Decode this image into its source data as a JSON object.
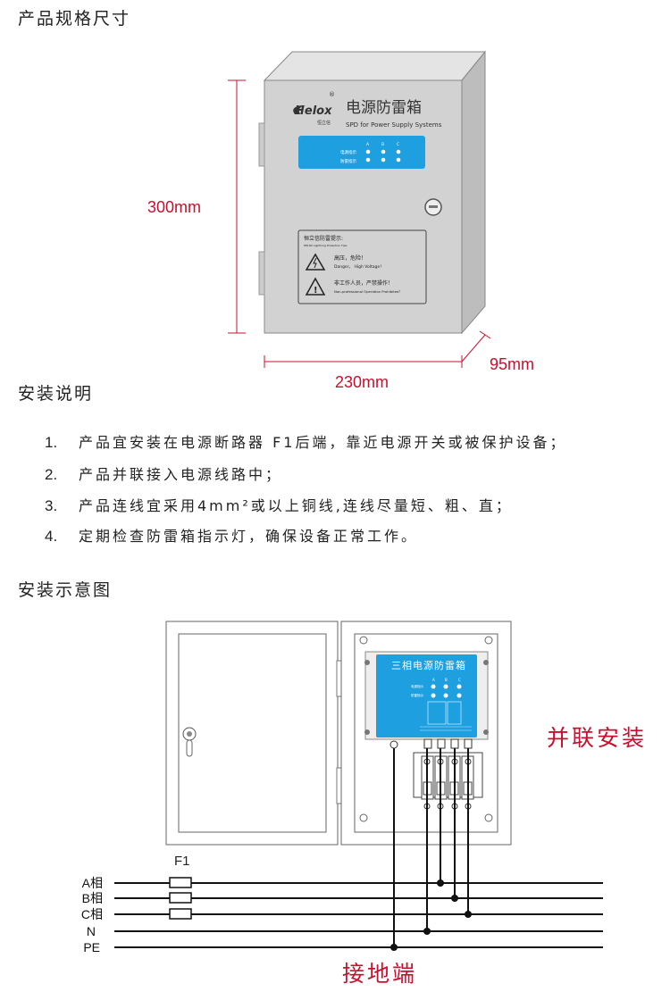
{
  "sections": {
    "spec_title": "产品规格尺寸",
    "install_title": "安装说明",
    "diagram_title": "安装示意图"
  },
  "product": {
    "brand": "Helox",
    "brand_cn": "恒立信",
    "name": "电源防雷箱",
    "subtitle": "SPD for Power Supply Systems",
    "indicator_columns": [
      "A",
      "B",
      "C"
    ],
    "indicator_rows": [
      "电源指示",
      "防雷指示"
    ],
    "warning": {
      "title": "恒立信防雷提示:",
      "title_en": "HELOX Lightning Protection Tips:",
      "items": [
        {
          "cn": "高压，危险！",
          "en": "Danger， High Voltage！"
        },
        {
          "cn": "非工作人员，严禁操作！",
          "en": "Non-professional Operation  Prohibited！"
        }
      ]
    }
  },
  "dimensions": {
    "height": "300mm",
    "width": "230mm",
    "depth": "95mm"
  },
  "instructions": [
    {
      "num": "1.",
      "text": "产品宜安装在电源断路器 F1后端，靠近电源开关或被保护设备；"
    },
    {
      "num": "2.",
      "text": "产品并联接入电源线路中；"
    },
    {
      "num": "3.",
      "text": "产品连线宜采用4mm²或以上铜线,连线尽量短、粗、直；"
    },
    {
      "num": "4.",
      "text": "定期检查防雷箱指示灯，确保设备正常工作。"
    }
  ],
  "diagram": {
    "spd_title": "三相电源防雷箱",
    "fuse_label": "F1",
    "lines": [
      "A相",
      "B相",
      "C相",
      "N",
      "PE"
    ],
    "parallel_label": "并联安装",
    "ground_label": "接地端"
  },
  "colors": {
    "accent_red": "#c8102e",
    "panel_blue": "#1ea0e0",
    "cabinet_gray": "#d2d2d2"
  }
}
